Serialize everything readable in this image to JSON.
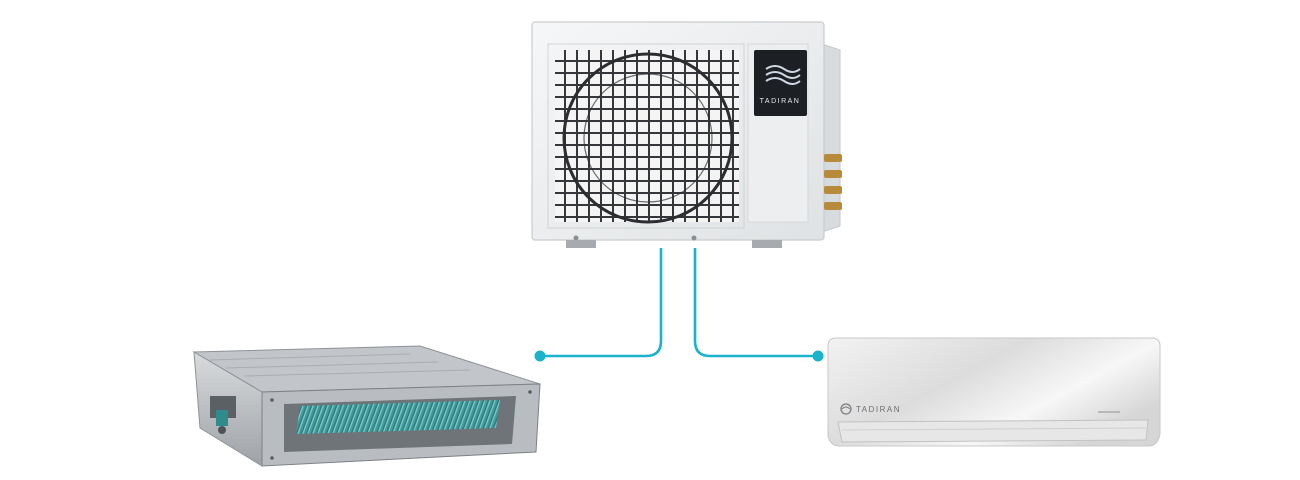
{
  "diagram": {
    "outdoor_unit": {
      "brand": "TADIRAN",
      "logo_icon": "tadiran-wave-logo-icon"
    },
    "indoor_units": [
      {
        "kind": "ducted-concealed-unit"
      },
      {
        "kind": "wall-mounted-split-unit",
        "brand": "TADIRAN",
        "logo_icon": "tadiran-circle-logo-icon"
      }
    ],
    "connections": [
      {
        "from": "outdoor-unit",
        "to": "ducted-unit"
      },
      {
        "from": "outdoor-unit",
        "to": "wall-split-unit"
      }
    ],
    "colors": {
      "pipe": "#1bb3cc",
      "unit_body": "#eef0f1",
      "grille": "#2b2d30",
      "coil": "#2f8b8c",
      "badge": "#1c1f24"
    }
  }
}
